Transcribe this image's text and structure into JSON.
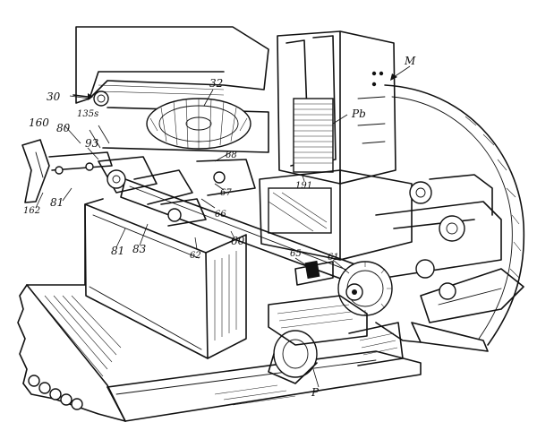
{
  "labels": {
    "l30": "30",
    "l32": "32",
    "lM": "M",
    "l160": "160",
    "l80": "80",
    "l135s": "135s",
    "lPb": "Pb",
    "l93": "93",
    "l68": "68",
    "l162": "162",
    "l81a": "81",
    "l67": "67",
    "l191": "191",
    "l66": "66",
    "l81b": "81",
    "l83": "83",
    "l60": "60",
    "l62": "62",
    "l65": "65",
    "l61": "61",
    "lP": "P"
  }
}
